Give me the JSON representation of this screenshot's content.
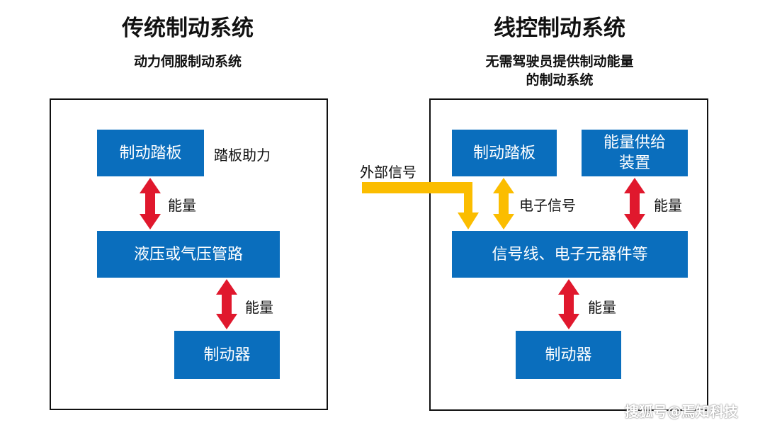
{
  "left": {
    "title": "传统制动系统",
    "subtitle": "动力伺服制动系统",
    "pedal": "制动踏板",
    "pedal_assist": "踏板助力",
    "energy_1": "能量",
    "pipeline": "液压或气压管路",
    "energy_2": "能量",
    "brake": "制动器"
  },
  "right": {
    "title": "线控制动系统",
    "subtitle": "无需驾驶员提供制动能量\n的制动系统",
    "external_signal": "外部信号",
    "pedal": "制动踏板",
    "energy_supply": "能量供给\n装置",
    "electronic_signal": "电子信号",
    "energy_1": "能量",
    "components": "信号线、电子元器件等",
    "energy_2": "能量",
    "brake": "制动器"
  },
  "watermark": "搜狐号@焉知科技",
  "colors": {
    "box_blue": "#0a6ebd",
    "energy_arrow": "#e0182d",
    "signal_arrow": "#fbbd00"
  }
}
